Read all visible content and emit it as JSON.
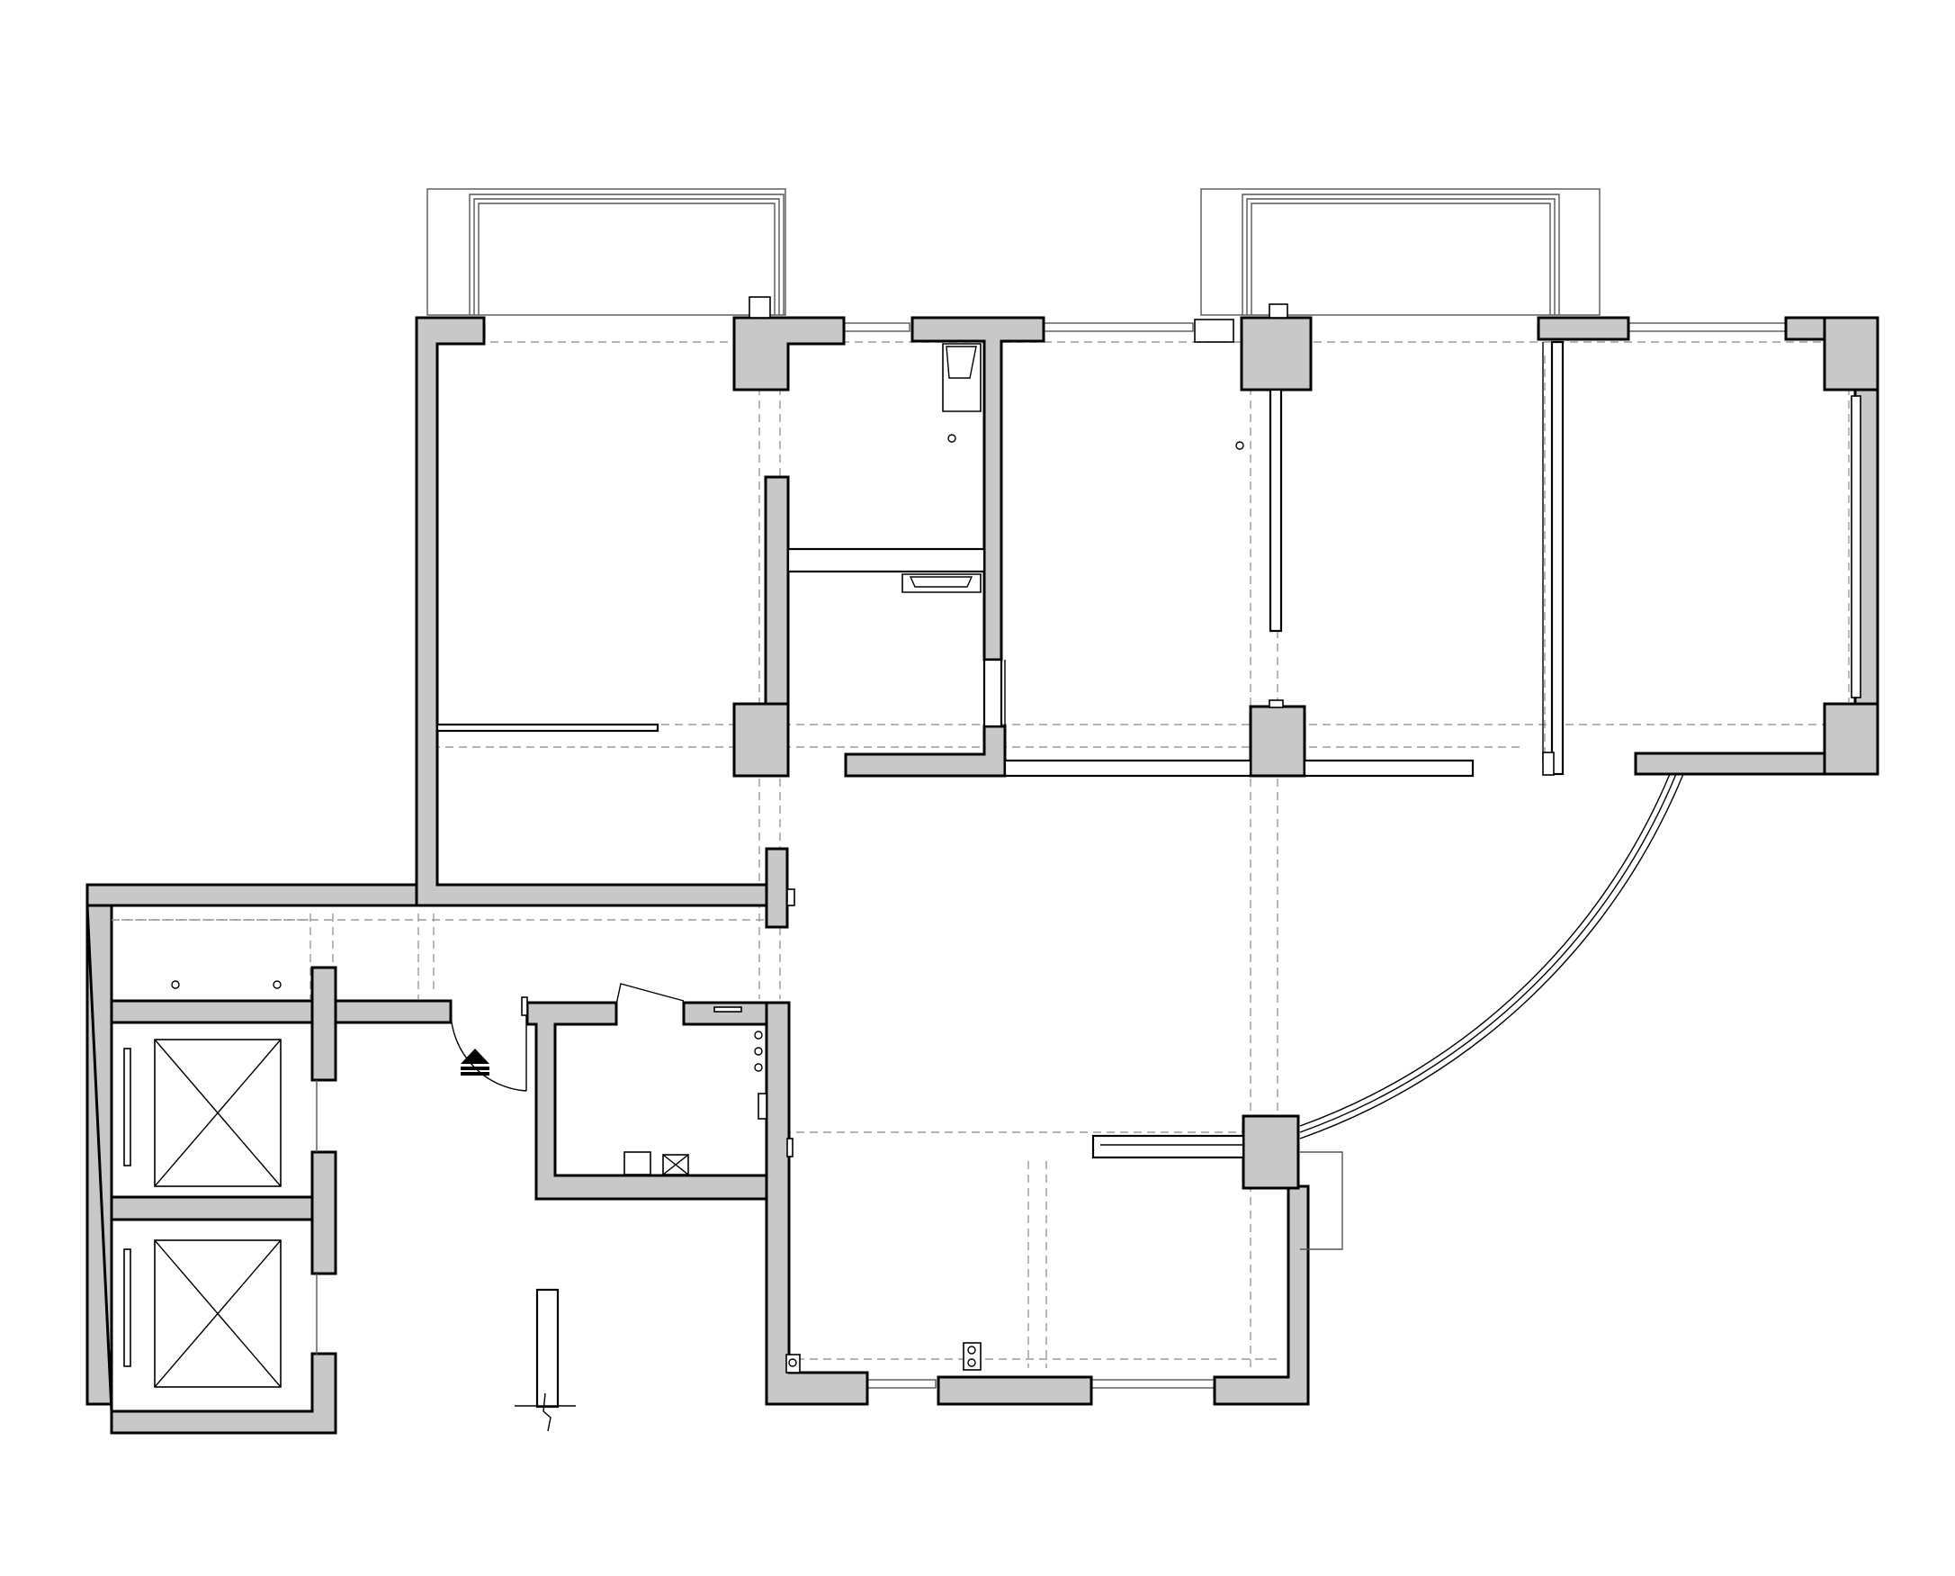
{
  "drawing": {
    "kind": "architectural floor plan",
    "text_labels": []
  },
  "colors": {
    "background": "#ffffff",
    "wall_fill": "#c8c8c8",
    "line": "#000000",
    "grid_line": "#9a9a9a"
  },
  "symbols": {
    "entrance": "entrance-arrow-icon",
    "elevator": "elevator-cross-icon",
    "floor_drain": "floor-drain-icon",
    "break_line": "break-line-icon"
  },
  "spaces": {
    "elevator_count": 2,
    "balcony_count": 2
  }
}
